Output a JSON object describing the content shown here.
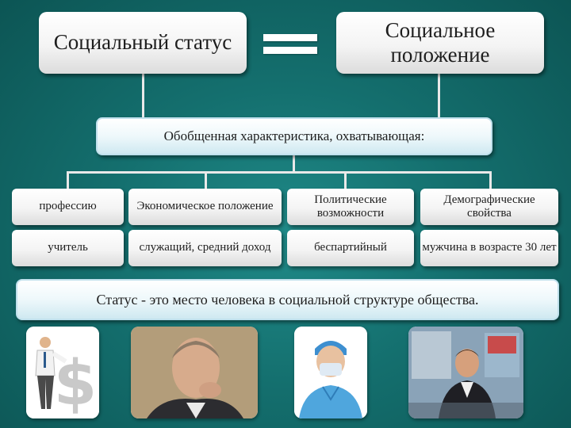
{
  "top_left": "Социальный статус",
  "top_right": "Социальное положение",
  "middle": "Обобщенная характеристика, охватывающая:",
  "table": {
    "row1": [
      "профессию",
      "Экономическое положение",
      "Политические возможности",
      "Демографические свойства"
    ],
    "row2": [
      "учитель",
      "служащий, средний доход",
      "беспартийный",
      "мужчина в возрасте 30 лет"
    ]
  },
  "definition": "Статус - это место человека в социальной структуре общества.",
  "photos": [
    "businessman-dollar-photo",
    "portrait-man-photo",
    "doctor-photo",
    "teacher-classroom-photo"
  ],
  "colors": {
    "background": "#146f6e",
    "box": "#ffffff",
    "connector": "#e9e9e9"
  }
}
